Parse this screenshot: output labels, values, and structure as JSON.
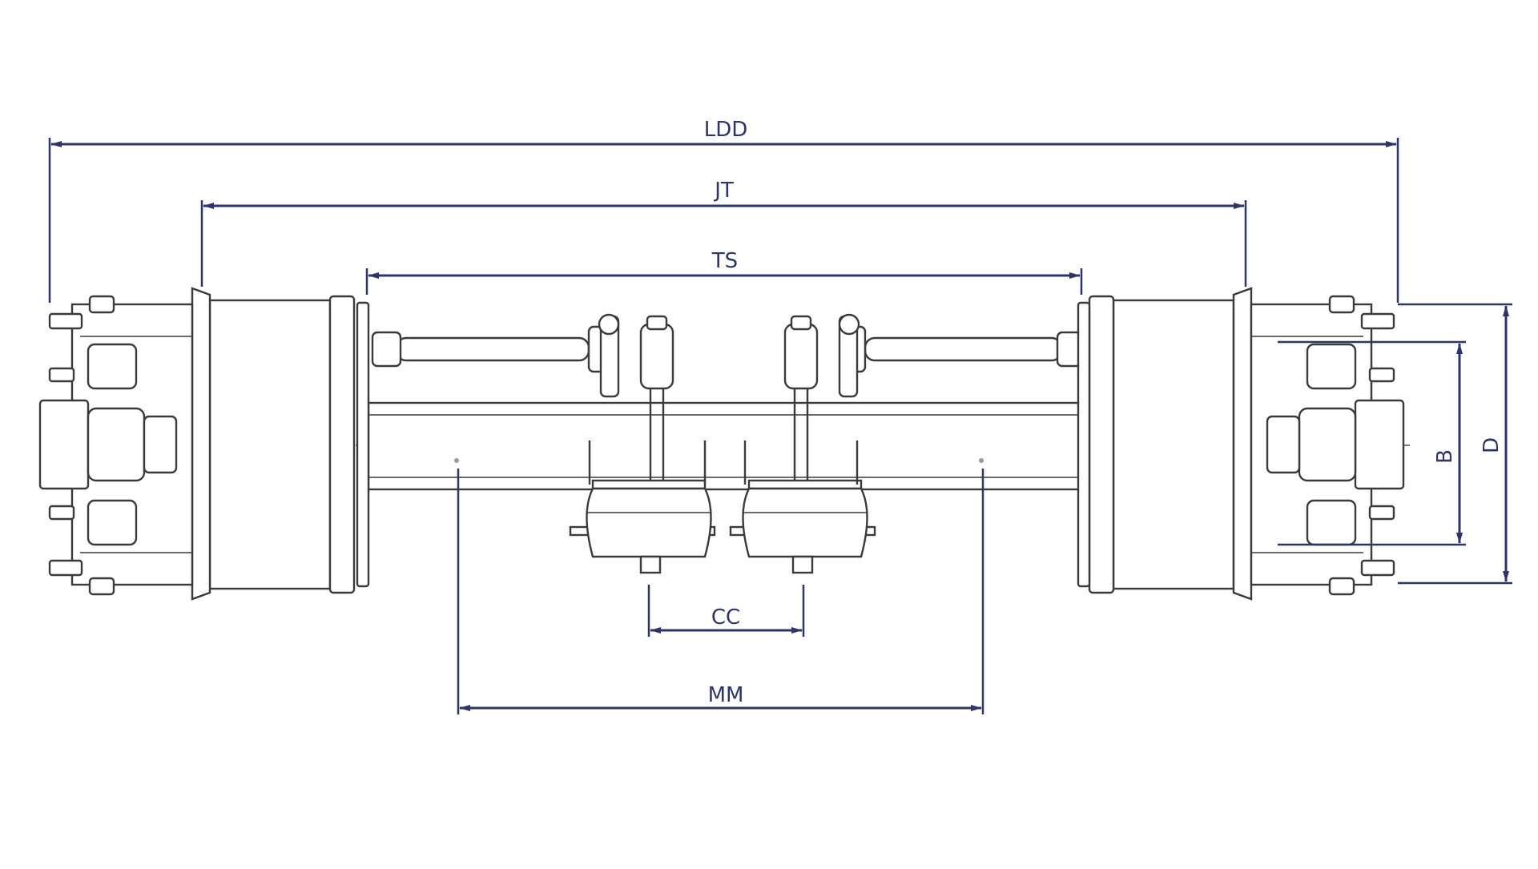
{
  "dimensions": {
    "ldd": "LDD",
    "jt": "JT",
    "ts": "TS",
    "cc": "CC",
    "mm": "MM",
    "b": "B",
    "d": "D"
  },
  "colors": {
    "dimension": "#2e3467",
    "part": "#3a3a3a"
  }
}
